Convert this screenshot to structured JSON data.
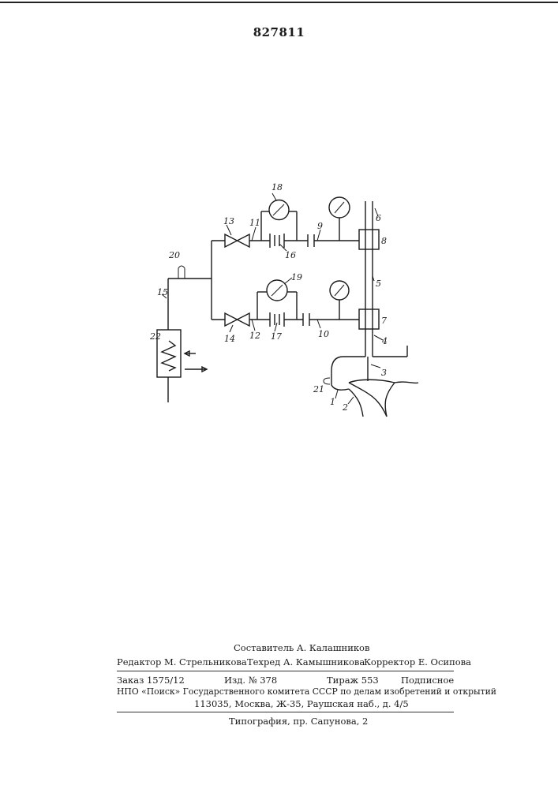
{
  "patent_number": "827811",
  "drawing": {
    "labels": {
      "n1": "1",
      "n2": "2",
      "n3": "3",
      "n4": "4",
      "n5": "5",
      "n6": "6",
      "n7": "7",
      "n8": "8",
      "n9": "9",
      "n10": "10",
      "n11": "11",
      "n12": "12",
      "n13": "13",
      "n14": "14",
      "n15": "15",
      "n16": "16",
      "n17": "17",
      "n18": "18",
      "n19": "19",
      "n20": "20",
      "n21": "21",
      "n22": "22"
    }
  },
  "footer": {
    "compiler": "Составитель А. Калашников",
    "editor": "Редактор М. Стрельникова",
    "techeditor": "Техред А. Камышникова",
    "corrector": "Корректор Е. Осипова",
    "order": "Заказ 1575/12",
    "edition": "Изд. № 378",
    "circulation": "Тираж 553",
    "subscription": "Подписное",
    "org": "НПО «Поиск» Государственного комитета СССР по делам изобретений и открытий",
    "address": "113035, Москва, Ж-35, Раушская наб., д. 4/5",
    "printer": "Типография, пр. Сапунова, 2"
  }
}
